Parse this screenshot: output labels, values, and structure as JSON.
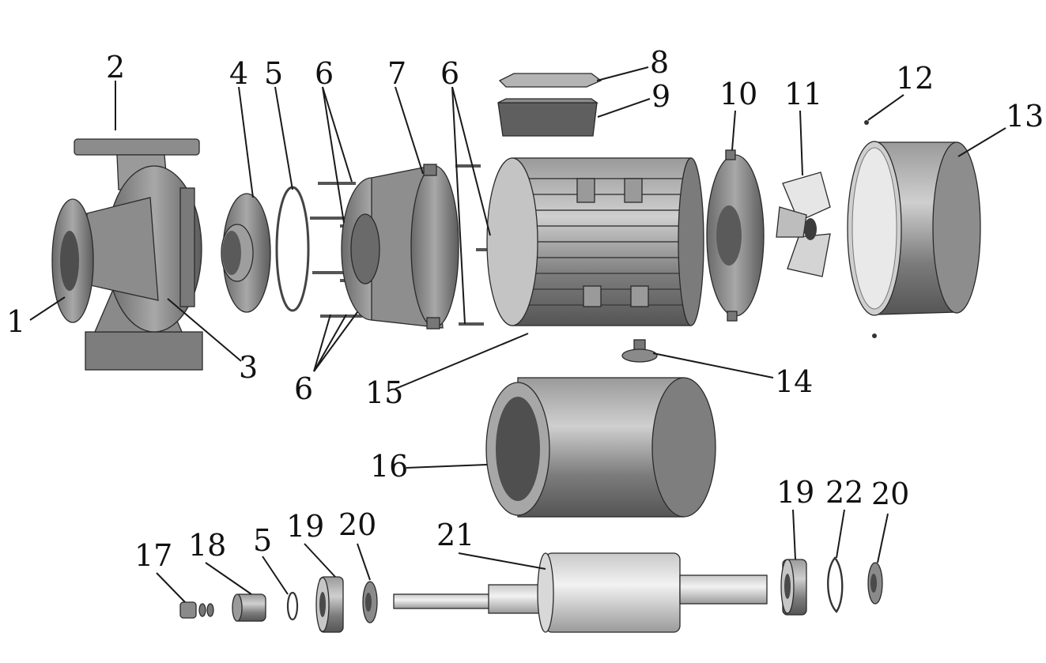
{
  "figure": {
    "labels": {
      "volute_inlet": "1",
      "volute_outlet_flange": "2",
      "volute_casing": "3",
      "impeller": "4",
      "o_ring_large": "5",
      "bolts_top": "6",
      "bolts_bottom": "6",
      "bolts_right": "6",
      "pump_cover": "7",
      "terminal_box_lid": "8",
      "terminal_box": "9",
      "rear_end_shield": "10",
      "fan": "11",
      "screw": "12",
      "fan_cover": "13",
      "cable_gland": "14",
      "motor_housing": "15",
      "stator": "16",
      "shaft_nut": "17",
      "mechanical_seal": "18",
      "o_ring_small": "5",
      "bearing_front": "19",
      "washer_front": "20",
      "rotor_shaft": "21",
      "bearing_rear": "19",
      "spring_washer": "22",
      "washer_rear": "20"
    },
    "colors": {
      "metal_dark": "#6e6e6e",
      "metal_mid": "#8f8f8f",
      "metal_light": "#c2c2c2",
      "outline": "#2a2a2a",
      "text": "#111111"
    }
  }
}
